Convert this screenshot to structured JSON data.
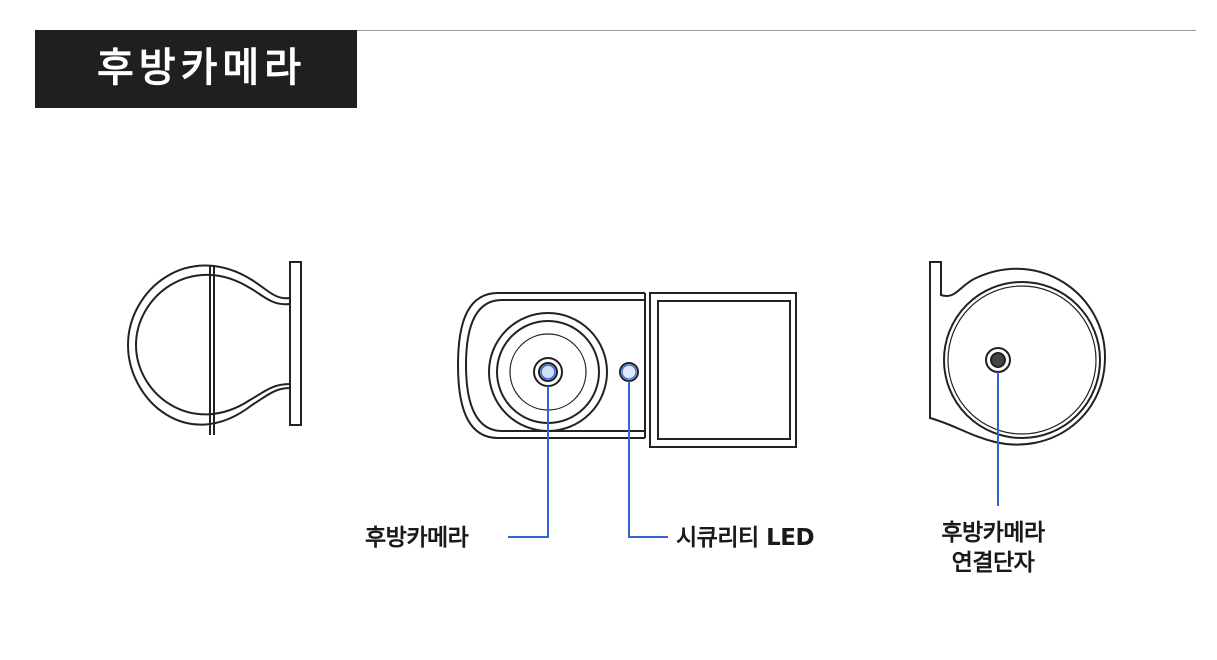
{
  "header": {
    "title": "후방카메라"
  },
  "callouts": {
    "rear_camera": "후방카메라",
    "security_led": "시큐리티 LED",
    "connector_line1": "후방카메라",
    "connector_line2": "연결단자"
  },
  "colors": {
    "leader_line": "#2f63d6",
    "title_block": "#1f1f1f",
    "outline": "#222222"
  }
}
